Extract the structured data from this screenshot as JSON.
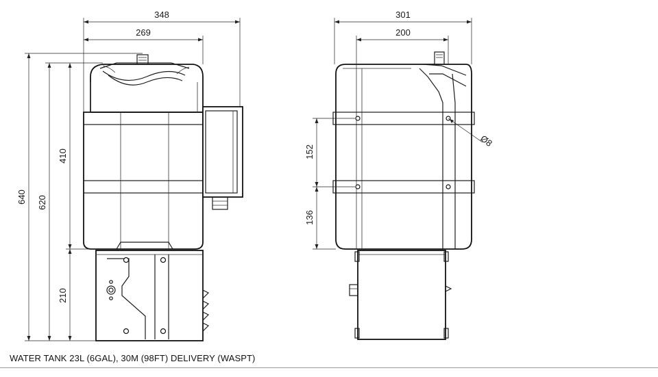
{
  "caption": "WATER TANK 23L (6GAL), 30M (98FT) DELIVERY (WASPT)",
  "side_view": {
    "width_overall": "348",
    "width_tank": "269",
    "height_total": "640",
    "height_body": "620",
    "height_tank": "410",
    "height_base": "210"
  },
  "front_view": {
    "width_overall": "301",
    "width_inner": "200",
    "hole_spacing_upper": "152",
    "hole_spacing_lower": "136",
    "hole_diameter": "Ø8"
  }
}
